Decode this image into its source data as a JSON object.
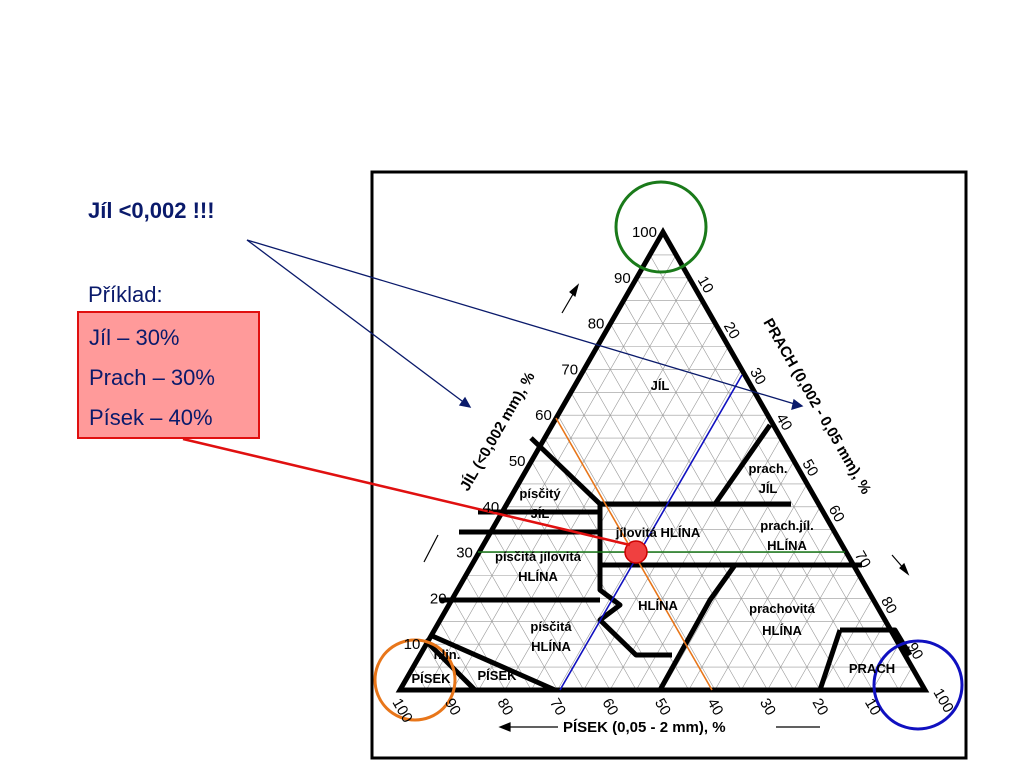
{
  "heading": "Jíl <0,002 !!!",
  "example": {
    "label": "Příklad:",
    "lines": [
      "Jíl – 30%",
      "Prach – 30%",
      "Písek – 40%"
    ]
  },
  "diagram": {
    "axes": {
      "clay": "JÍL (<0,002 mm), %",
      "silt": "PRACH (0,002 - 0,05 mm), %",
      "sand": "PÍSEK (0,05 - 2 mm), %"
    },
    "clay_ticks": [
      "10",
      "20",
      "30",
      "40",
      "50",
      "60",
      "70",
      "80",
      "90",
      "100"
    ],
    "silt_ticks": [
      "10",
      "20",
      "30",
      "40",
      "50",
      "60",
      "70",
      "80",
      "90",
      "100"
    ],
    "sand_ticks": [
      "100",
      "90",
      "80",
      "70",
      "60",
      "50",
      "40",
      "30",
      "20",
      "10"
    ],
    "regions": {
      "jil": "JÍL",
      "prach_jil_1": "prach.",
      "prach_jil_2": "JÍL",
      "piscity_jil_1": "písčitý",
      "piscity_jil_2": "JÍL",
      "jilovita_hlina": "jílovitá HLÍNA",
      "prach_jil_hlina_1": "prach.jíl.",
      "prach_jil_hlina_2": "HLÍNA",
      "piscita_jilovita_1": "písčitá jílovitá",
      "piscita_jilovita_2": "HLÍNA",
      "hlina": "HLÍNA",
      "piscita_hlina_1": "písčitá",
      "piscita_hlina_2": "HLÍNA",
      "prachovita_hlina_1": "prachovitá",
      "prachovita_hlina_2": "HLÍNA",
      "hlin_pisek": "hlin.",
      "pisek_small": "PÍSEK",
      "pisek": "PÍSEK",
      "prach": "PRACH"
    },
    "example_point": {
      "clay": 30,
      "silt": 30,
      "sand": 40
    },
    "colors": {
      "green": "#1a7a1a",
      "orange": "#e8761a",
      "blue": "#1010c0",
      "red": "#e01010",
      "navy": "#0a1a6b"
    }
  }
}
